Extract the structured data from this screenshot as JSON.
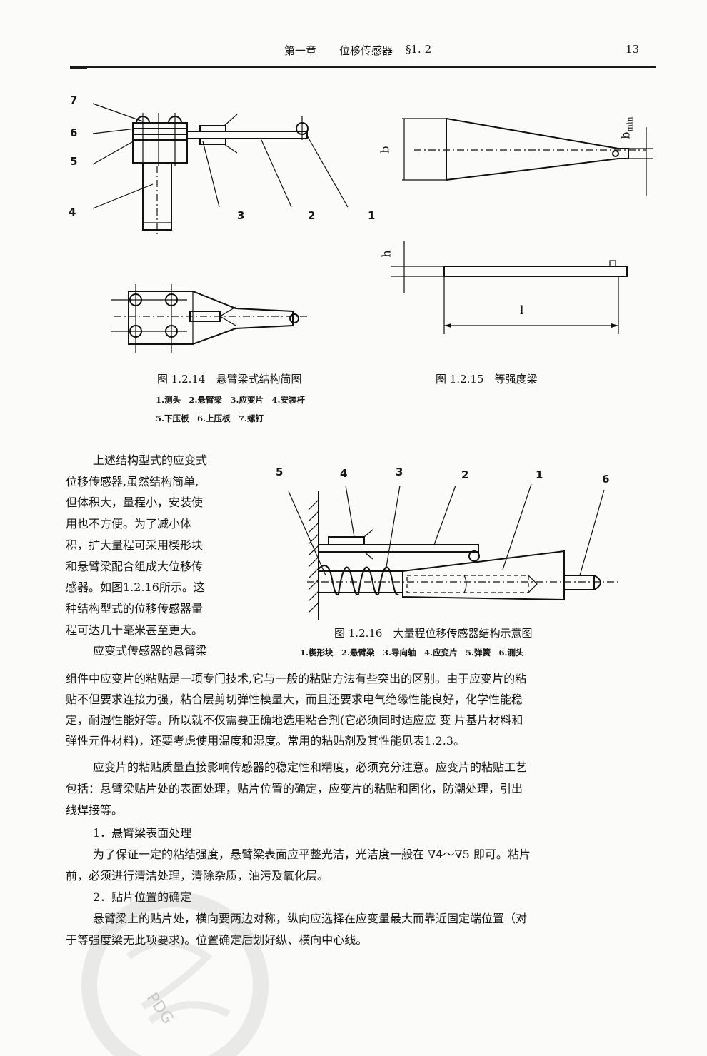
{
  "header": {
    "chapter": "第一章",
    "title": "位移传感器",
    "section": "§1. 2",
    "page_number": "13"
  },
  "fig14": {
    "caption": "图 1.2.14　悬臂梁式结构简图",
    "legend_line1": "1.测头　2.悬臂梁　3.应变片　4.安装杆",
    "legend_line2": "5.下压板　6.上压板　7.螺钉",
    "labels": [
      "7",
      "6",
      "5",
      "4",
      "3",
      "2",
      "1"
    ]
  },
  "fig15": {
    "caption": "图 1.2.15　等强度梁",
    "dim_b": "b",
    "dim_bmin": "b",
    "dim_bmin_sub": "min",
    "dim_h": "h",
    "dim_l": "l"
  },
  "fig16": {
    "caption": "图 1.2.16　大量程位移传感器结构示意图",
    "legend": "1.楔形块　2.悬臂梁　3.导向轴　4.应变片　5.弹簧　6.测头",
    "labels": [
      "5",
      "4",
      "3",
      "2",
      "1",
      "6"
    ]
  },
  "body": {
    "wrap_lines": [
      "上述结构型式的应变式",
      "位移传感器,虽然结构简单,",
      "但体积大，量程小，安装使",
      "用也不方便。为了减小体",
      "积，扩大量程可采用楔形块",
      "和悬臂梁配合组成大位移传",
      "感器。如图1.2.16所示。这",
      "种结构型式的位移传感器量",
      "程可达几十毫米甚至更大。",
      "应变式传感器的悬臂梁"
    ],
    "para1_lines": [
      "组件中应变片的粘贴是一项专门技术,它与一般的粘贴方法有些突出的区别。由于应变片的粘",
      "贴不但要求连接力强，粘合层剪切弹性模量大，而且还要求电气绝缘性能良好，化学性能稳",
      "定，耐湿性能好等。所以就不仅需要正确地选用粘合剂(它必须同时适应应 变 片基片材料和",
      "弹性元件材料)，还要考虑使用温度和湿度。常用的粘贴剂及其性能见表1.2.3。"
    ],
    "para2_lines": [
      "应变片的粘贴质量直接影响传感器的稳定性和精度，必须充分注意。应变片的粘贴工艺",
      "包括：悬臂梁贴片处的表面处理，贴片位置的确定，应变片的粘贴和固化，防潮处理，引出",
      "线焊接等。"
    ],
    "heading1": "1．悬臂梁表面处理",
    "para3_lines": [
      "为了保证一定的粘结强度，悬臂梁表面应平整光洁，光洁度一般在 ∇4～∇5 即可。粘片",
      "前，必须进行清洁处理，清除杂质，油污及氧化层。"
    ],
    "heading2": "2．贴片位置的确定",
    "para4_lines": [
      "悬臂梁上的贴片处，横向要两边对称，纵向应选择在应变量最大而靠近固定端位置（对",
      "于等强度梁无此项要求)。位置确定后划好纵、横向中心线。"
    ]
  },
  "watermark": "PDG"
}
